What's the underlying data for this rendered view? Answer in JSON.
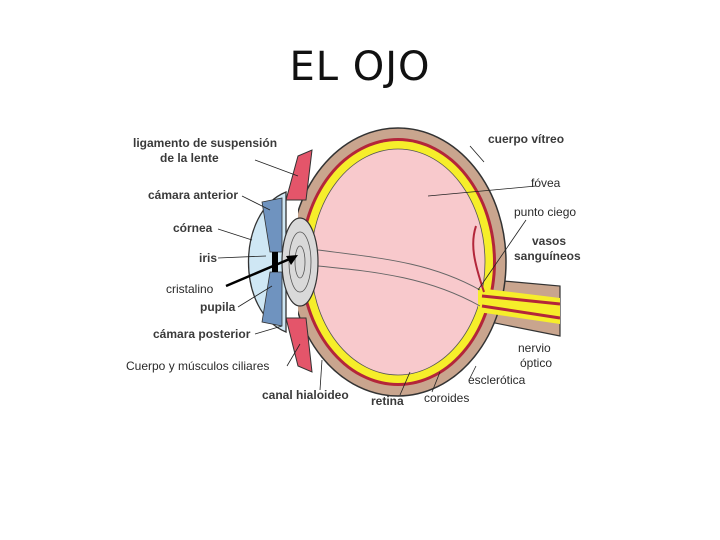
{
  "title": "EL OJO",
  "labels": {
    "suspensory_ligament_l1": "ligamento de suspensión",
    "suspensory_ligament_l2": "de la lente",
    "anterior_chamber": "cámara anterior",
    "cornea": "córnea",
    "iris": "iris",
    "lens": "cristalino",
    "pupil": "pupila",
    "posterior_chamber": "cámara posterior",
    "ciliary": "Cuerpo y músculos ciliares",
    "hyaloid_canal": "canal hialoideo",
    "retina": "retina",
    "choroid": "coroides",
    "sclera": "esclerótica",
    "optic_nerve_l1": "nervio",
    "optic_nerve_l2": "óptico",
    "vitreous": "cuerpo vítreo",
    "fovea": "fóvea",
    "blind_spot": "punto ciego",
    "vessels_l1": "vasos",
    "vessels_l2": "sanguíneos"
  },
  "colors": {
    "sclera": "#c9a58e",
    "choroid": "#b3263a",
    "retina": "#f6ee2a",
    "vitreous": "#f8c9cc",
    "cornea": "#cfe7f4",
    "iris": "#6f93bf",
    "lens": "#d9d9d9"
  }
}
